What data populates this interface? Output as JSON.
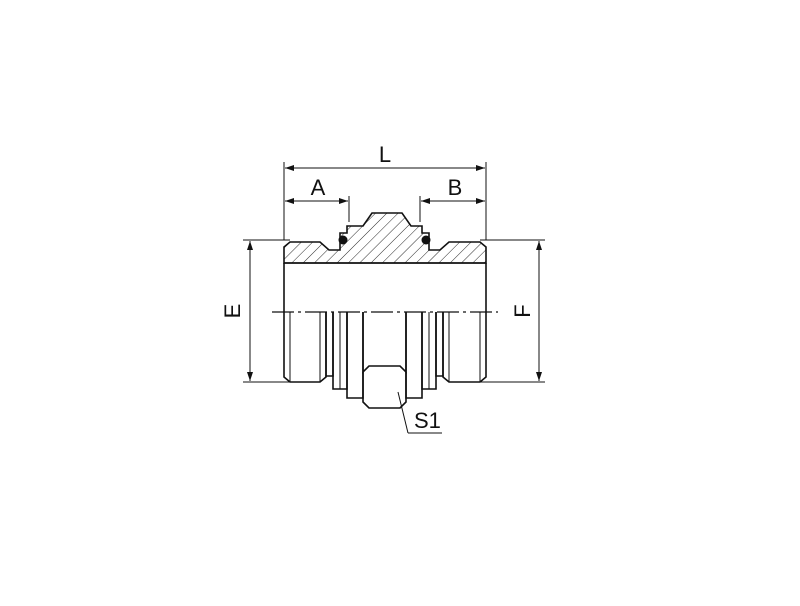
{
  "labels": {
    "L": "L",
    "A": "A",
    "B": "B",
    "E": "E",
    "F": "F",
    "S1": "S1"
  },
  "colors": {
    "line": "#111111",
    "background": "#ffffff"
  }
}
